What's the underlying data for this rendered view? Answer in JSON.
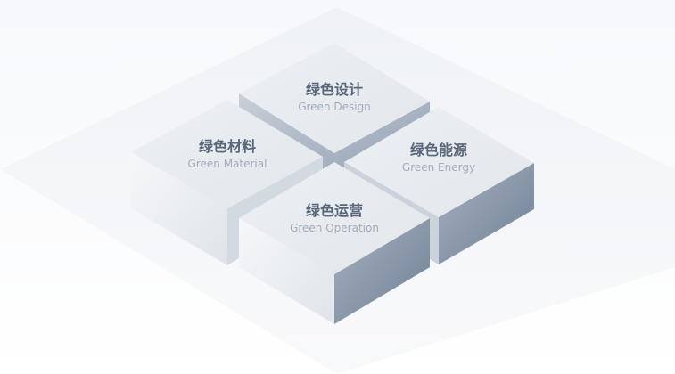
{
  "blocks": [
    {
      "key": "design",
      "title_zh": "绿色设计",
      "title_en": "Green Design"
    },
    {
      "key": "material",
      "title_zh": "绿色材料",
      "title_en": "Green Material"
    },
    {
      "key": "energy",
      "title_zh": "绿色能源",
      "title_en": "Green Energy"
    },
    {
      "key": "operation",
      "title_zh": "绿色运营",
      "title_en": "Green Operation"
    }
  ],
  "colors": {
    "top_face": "#e9ecf0",
    "left_face_light": "#f2f4f7",
    "right_face_dark": "#7d8ca1",
    "text_primary": "#59677a",
    "text_secondary": "#a3acb8"
  }
}
